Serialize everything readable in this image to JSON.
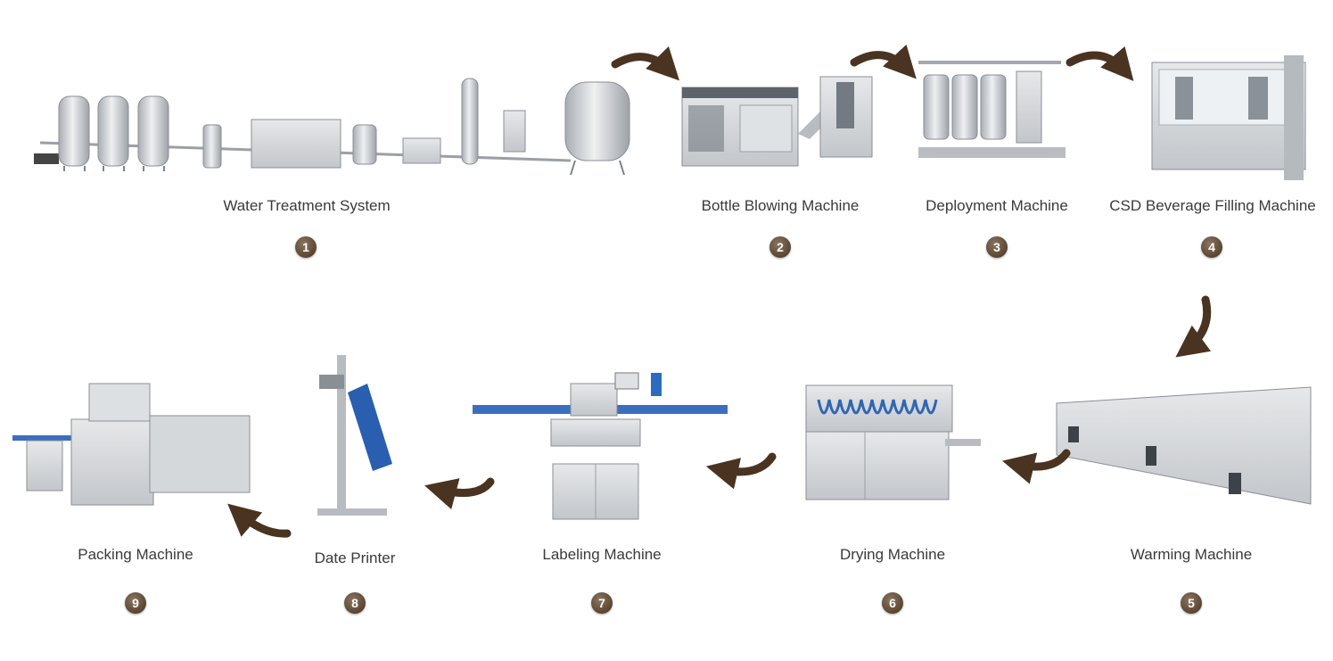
{
  "steps": [
    {
      "number": "1",
      "label": "Water Treatment System"
    },
    {
      "number": "2",
      "label": "Bottle Blowing Machine"
    },
    {
      "number": "3",
      "label": "Deployment Machine"
    },
    {
      "number": "4",
      "label": "CSD Beverage Filling Machine"
    },
    {
      "number": "5",
      "label": "Warming Machine"
    },
    {
      "number": "6",
      "label": "Drying Machine"
    },
    {
      "number": "7",
      "label": "Labeling Machine"
    },
    {
      "number": "8",
      "label": "Date Printer"
    },
    {
      "number": "9",
      "label": "Packing Machine"
    }
  ],
  "colors": {
    "arrow": "#4a3320",
    "badge": "#5a4531",
    "machine": "#c9ccd0"
  }
}
